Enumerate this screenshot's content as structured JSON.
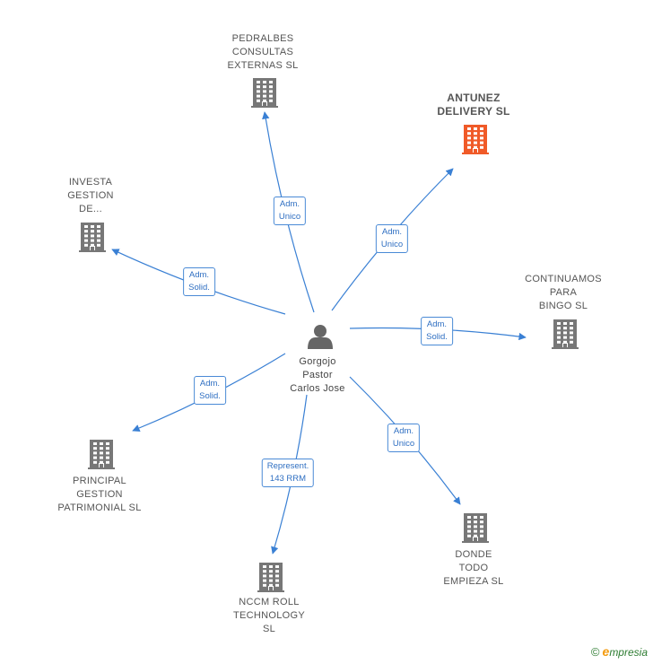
{
  "colors": {
    "edge": "#3a80d4",
    "building": "#777777",
    "building_highlight": "#f05a28",
    "person": "#666666"
  },
  "center": {
    "name_lines": [
      "Gorgojo",
      "Pastor",
      "Carlos Jose"
    ],
    "icon": "person-icon"
  },
  "companies": [
    {
      "id": "pedralbes",
      "lines": [
        "PEDRALBES",
        "CONSULTAS",
        "EXTERNAS SL"
      ],
      "highlight": false,
      "icon": "building-icon"
    },
    {
      "id": "antunez",
      "lines": [
        "ANTUNEZ",
        "DELIVERY  SL"
      ],
      "highlight": true,
      "icon": "building-icon"
    },
    {
      "id": "investa",
      "lines": [
        "INVESTA",
        "GESTION",
        "DE..."
      ],
      "highlight": false,
      "icon": "building-icon"
    },
    {
      "id": "continuamos",
      "lines": [
        "CONTINUAMOS",
        "PARA",
        "BINGO  SL"
      ],
      "highlight": false,
      "icon": "building-icon"
    },
    {
      "id": "principal",
      "lines": [
        "PRINCIPAL",
        "GESTION",
        "PATRIMONIAL SL"
      ],
      "highlight": false,
      "icon": "building-icon"
    },
    {
      "id": "donde",
      "lines": [
        "DONDE",
        "TODO",
        "EMPIEZA  SL"
      ],
      "highlight": false,
      "icon": "building-icon"
    },
    {
      "id": "nccm",
      "lines": [
        "NCCM ROLL",
        "TECHNOLOGY",
        "SL"
      ],
      "highlight": false,
      "icon": "building-icon"
    }
  ],
  "relations": [
    {
      "target": "pedralbes",
      "lines": [
        "Adm.",
        "Unico"
      ]
    },
    {
      "target": "antunez",
      "lines": [
        "Adm.",
        "Unico"
      ]
    },
    {
      "target": "investa",
      "lines": [
        "Adm.",
        "Solid."
      ]
    },
    {
      "target": "continuamos",
      "lines": [
        "Adm.",
        "Solid."
      ]
    },
    {
      "target": "principal",
      "lines": [
        "Adm.",
        "Solid."
      ]
    },
    {
      "target": "donde",
      "lines": [
        "Adm.",
        "Unico"
      ]
    },
    {
      "target": "nccm",
      "lines": [
        "Represent.",
        "143 RRM"
      ]
    }
  ],
  "footer": {
    "copyright_symbol": "©",
    "brand_initial": "e",
    "brand_rest": "mpresia"
  }
}
